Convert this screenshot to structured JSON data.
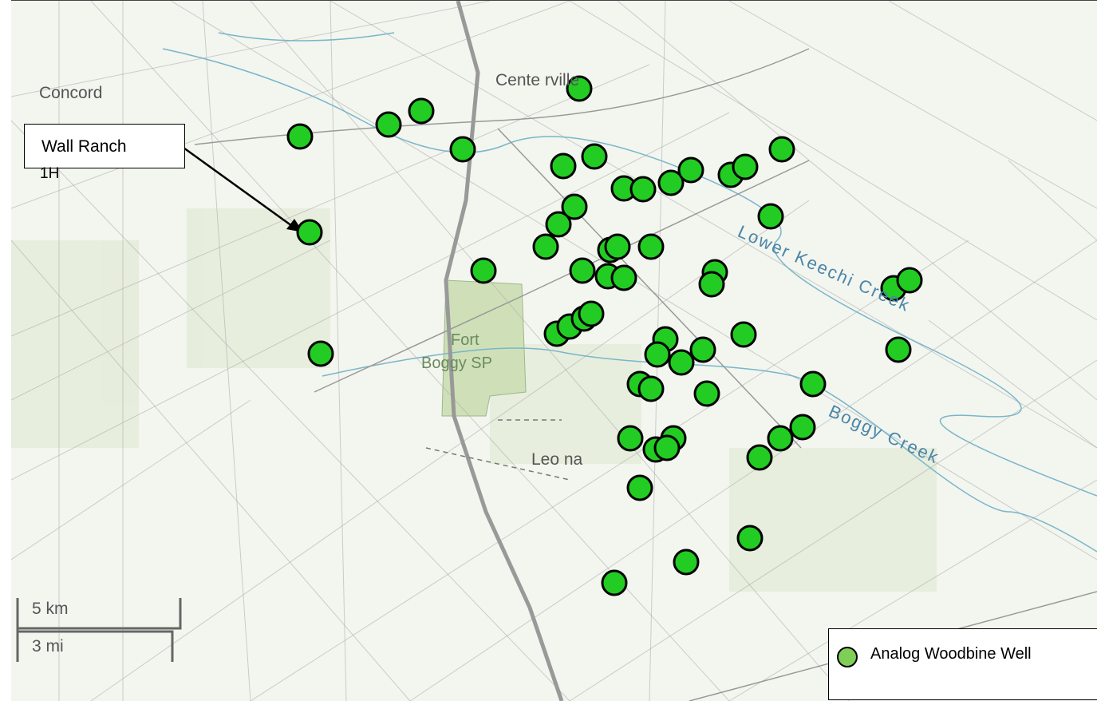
{
  "places": {
    "concord": "Concord",
    "centerville": "Cente rville",
    "fort_boggy": "Fort",
    "fort_boggy_2": "Boggy SP",
    "leona": "Leo na",
    "lower_keechi": "Lower Keechi Creek",
    "boggy_creek": "Boggy Creek"
  },
  "callout": {
    "line1": "Wall Ranch",
    "line2": "1H"
  },
  "legend": {
    "label": "Analog Woodbine Well",
    "color": "#7fcf57"
  },
  "scale": {
    "km": "5 km",
    "mi": "3 mi"
  },
  "well_color": "#22cc22"
}
